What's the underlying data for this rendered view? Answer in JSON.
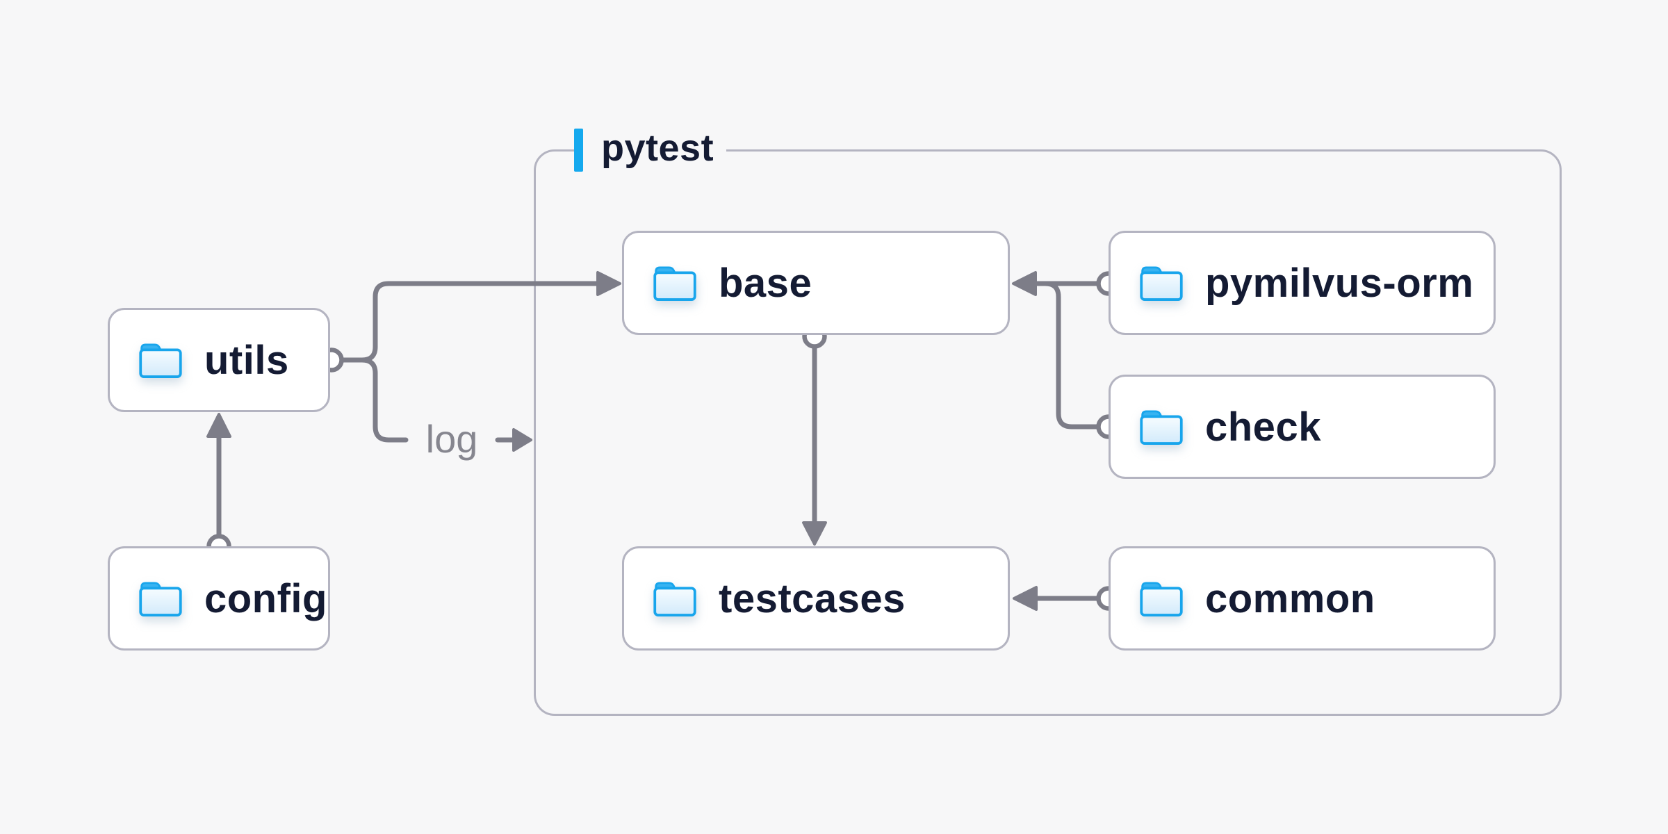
{
  "diagram": {
    "type": "folder-dependency-diagram",
    "background": "#f7f7f8"
  },
  "container": {
    "label": "pytest",
    "accent_color": "#15a9ee",
    "border_color": "#b4b4c1",
    "children": [
      "base",
      "pymilvus-orm",
      "check",
      "testcases",
      "common"
    ]
  },
  "nodes": {
    "utils": {
      "label": "utils",
      "icon": "folder-icon"
    },
    "config": {
      "label": "config",
      "icon": "folder-icon"
    },
    "base": {
      "label": "base",
      "icon": "folder-icon"
    },
    "pymilvus": {
      "label": "pymilvus-orm",
      "icon": "folder-icon"
    },
    "check": {
      "label": "check",
      "icon": "folder-icon"
    },
    "testcases": {
      "label": "testcases",
      "icon": "folder-icon"
    },
    "common": {
      "label": "common",
      "icon": "folder-icon"
    }
  },
  "edges": [
    {
      "from": "config",
      "to": "utils",
      "label": ""
    },
    {
      "from": "utils",
      "to": "base",
      "label": ""
    },
    {
      "from": "utils",
      "to": "pytest",
      "label": "log"
    },
    {
      "from": "base",
      "to": "testcases",
      "label": ""
    },
    {
      "from": "pymilvus-orm",
      "to": "base",
      "label": ""
    },
    {
      "from": "check",
      "to": "base",
      "label": ""
    },
    {
      "from": "common",
      "to": "testcases",
      "label": ""
    }
  ],
  "colors": {
    "canvas_bg": "#f7f7f8",
    "node_bg": "#ffffff",
    "node_border": "#b4b4c1",
    "node_text": "#141b33",
    "connector": "#7d7d88",
    "edge_label_text": "#86868f",
    "accent_blue": "#15a9ee",
    "folder_stroke": "#18a5ec",
    "folder_tab": "#38b3f1",
    "folder_fill_top": "#f6fcff",
    "folder_fill_bottom": "#d2eafb"
  }
}
